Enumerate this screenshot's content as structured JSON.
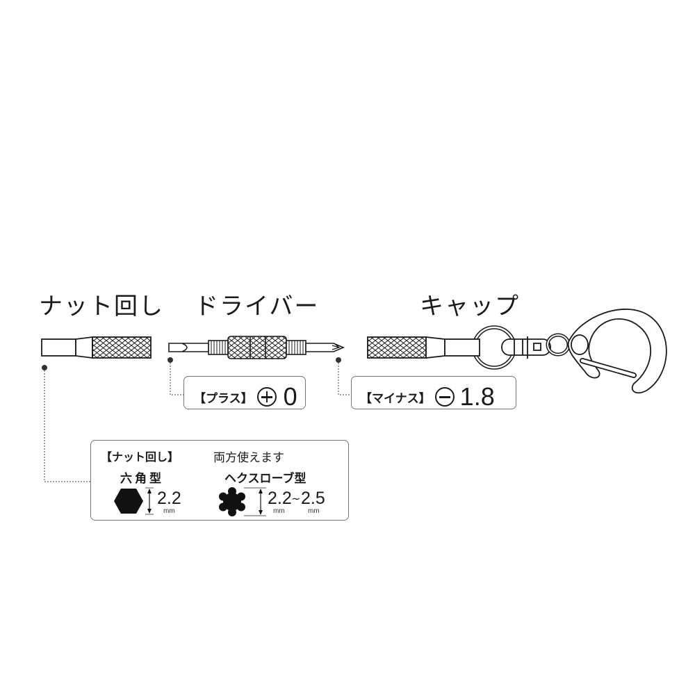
{
  "headings": {
    "nut_driver": "ナット回し",
    "driver": "ドライバー",
    "cap": "キャップ"
  },
  "callouts": {
    "plus": {
      "bracket_label": "【プラス】",
      "symbol": "plus-circle",
      "value": "0"
    },
    "minus": {
      "bracket_label": "【マイナス】",
      "symbol": "minus-circle",
      "value": "1.8"
    }
  },
  "nut_box": {
    "bracket_label": "【ナット回し】",
    "note": "両方使えます",
    "hex": {
      "title": "六角型",
      "value": "2.2",
      "unit": "mm"
    },
    "hexlobe": {
      "title": "ヘクスローブ型",
      "value_min": "2.2",
      "tilde": "~",
      "value_max": "2.5",
      "unit_min": "mm",
      "unit_max": "mm"
    }
  },
  "colors": {
    "line": "#1a1a1a",
    "box_border": "#777777",
    "leader_dot": "#333333",
    "background": "#ffffff"
  }
}
